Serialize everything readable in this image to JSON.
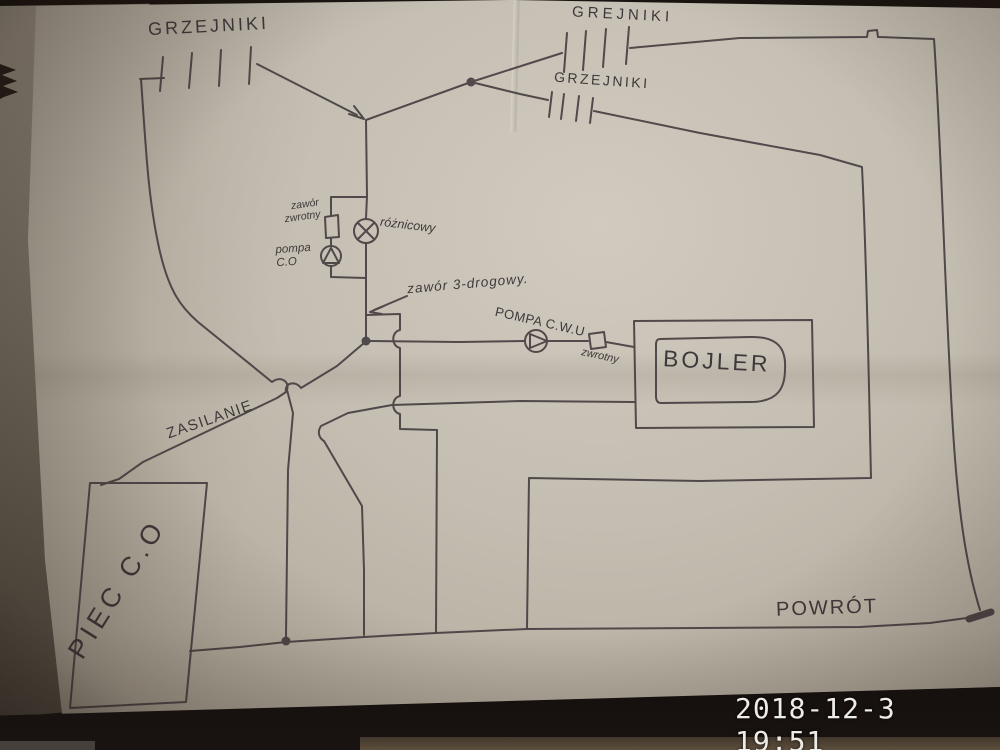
{
  "photo": {
    "timestamp": "2018-12-3 19:51"
  },
  "diagram": {
    "labels": {
      "radiators_top_left": "GRZEJNIKI",
      "radiators_right_upper": "GREJNIKI",
      "radiators_right_lower": "GRZEJNIKI",
      "check_valve_bypass": "zawór\nzwrotny",
      "pump_central_heating": "pompa\nC.O",
      "differential_valve": "różnicowy",
      "three_way_valve": "zawór 3-drogowy.",
      "pump_dhw": "POMPA C.W.U",
      "check_valve_dhw": "zwrotny",
      "boiler": "BOJLER",
      "supply": "ZASILANIE",
      "furnace": "PIEC C.O",
      "return": "POWRÓT"
    },
    "colors": {
      "ink": "#473f41",
      "paper": "#c4beb2",
      "background": "#1a1410",
      "timestamp_text": "#edece6"
    }
  }
}
